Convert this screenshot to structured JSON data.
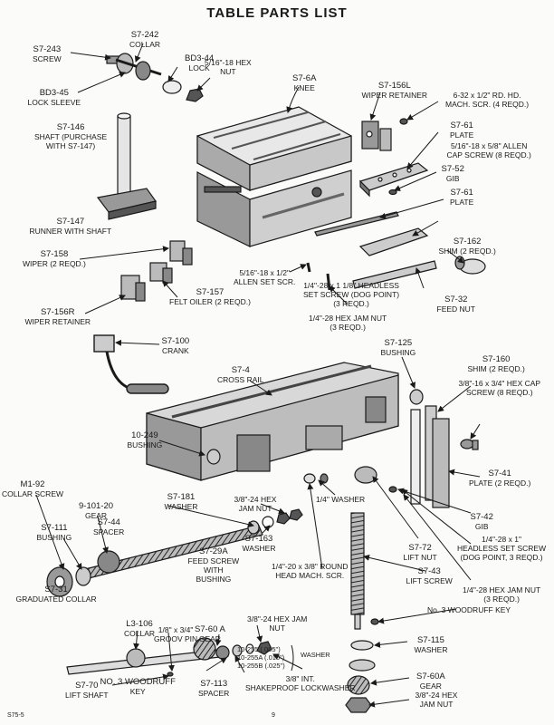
{
  "title": "TABLE PARTS LIST",
  "parts": [
    {
      "id": "collar",
      "part_no": "S7-242",
      "name": "COLLAR"
    },
    {
      "id": "screw",
      "part_no": "S7-243",
      "name": "SCREW"
    },
    {
      "id": "lock",
      "part_no": "BD3-44",
      "name": "LOCK"
    },
    {
      "id": "hexnut-516",
      "part_no": "",
      "name": "5/16\"-18 HEX",
      "extra": "NUT"
    },
    {
      "id": "lock-sleeve",
      "part_no": "BD3-45",
      "name": "LOCK SLEEVE"
    },
    {
      "id": "knee",
      "part_no": "S7-6A",
      "name": "KNEE"
    },
    {
      "id": "wiper-retainer-l",
      "part_no": "S7-156L",
      "name": "WIPER RETAINER"
    },
    {
      "id": "rd-hd-screw",
      "part_no": "",
      "name": "6-32 x 1/2\" RD. HD.",
      "extra": "MACH. SCR. (4 REQD.)"
    },
    {
      "id": "shaft",
      "part_no": "S7-146",
      "name": "SHAFT (PURCHASE",
      "extra": "WITH S7-147)"
    },
    {
      "id": "plate-top",
      "part_no": "S7-61",
      "name": "PLATE"
    },
    {
      "id": "allen-cap",
      "part_no": "",
      "name": "5/16\"-18 x 5/8\" ALLEN",
      "extra": "CAP SCREW (8 REQD.)"
    },
    {
      "id": "gib-top",
      "part_no": "S7-52",
      "name": "GIB"
    },
    {
      "id": "plate-mid",
      "part_no": "S7-61",
      "name": "PLATE"
    },
    {
      "id": "runner",
      "part_no": "S7-147",
      "name": "RUNNER WITH SHAFT"
    },
    {
      "id": "shim-top",
      "part_no": "S7-162",
      "name": "SHIM (2 REQD.)"
    },
    {
      "id": "wiper",
      "part_no": "S7-158",
      "name": "WIPER (2 REQD.)"
    },
    {
      "id": "allen-set",
      "part_no": "",
      "name": "5/16\"-18 x 1/2\"",
      "extra": "ALLEN SET SCR."
    },
    {
      "id": "felt-oiler",
      "part_no": "S7-157",
      "name": "FELT OILER (2 REQD.)"
    },
    {
      "id": "headless-set",
      "part_no": "",
      "name": "1/4\"-28 x 1 1/8\" HEADLESS",
      "extra": "SET SCREW (DOG POINT)",
      "extra2": "(3 REQD.)"
    },
    {
      "id": "feed-nut",
      "part_no": "S7-32",
      "name": "FEED NUT"
    },
    {
      "id": "wiper-retainer-r",
      "part_no": "S7-156R",
      "name": "WIPER RETAINER"
    },
    {
      "id": "jam-nut-top",
      "part_no": "",
      "name": "1/4\"-28 HEX JAM NUT",
      "extra": "(3 REQD.)"
    },
    {
      "id": "crank",
      "part_no": "S7-100",
      "name": "CRANK"
    },
    {
      "id": "bushing-top",
      "part_no": "S7-125",
      "name": "BUSHING"
    },
    {
      "id": "cross-rail",
      "part_no": "S7-4",
      "name": "CROSS RAIL"
    },
    {
      "id": "shim-mid",
      "part_no": "S7-160",
      "name": "SHIM (2 REQD.)"
    },
    {
      "id": "hex-cap",
      "part_no": "",
      "name": "3/8\"-16 x 3/4\" HEX CAP",
      "extra": "SCREW (8 REQD.)"
    },
    {
      "id": "bushing-left",
      "part_no": "10-249",
      "name": "BUSHING"
    },
    {
      "id": "plate-right",
      "part_no": "S7-41",
      "name": "PLATE (2 REQD.)"
    },
    {
      "id": "collar-screw",
      "part_no": "M1-92",
      "name": "COLLAR SCREW"
    },
    {
      "id": "washer-181",
      "part_no": "S7-181",
      "name": "WASHER"
    },
    {
      "id": "hex-jam-38",
      "part_no": "",
      "name": "3/8\"-24 HEX",
      "extra": "JAM NUT"
    },
    {
      "id": "gear-9101",
      "part_no": "9-101-20",
      "name": "GEAR"
    },
    {
      "id": "washer-14",
      "part_no": "",
      "name": "1/4\" WASHER"
    },
    {
      "id": "spacer-44",
      "part_no": "S7-44",
      "name": "SPACER"
    },
    {
      "id": "bushing-111",
      "part_no": "S7-111",
      "name": "BUSHING"
    },
    {
      "id": "gib-42",
      "part_no": "S7-42",
      "name": "GIB"
    },
    {
      "id": "washer-163",
      "part_no": "S7-163",
      "name": "WASHER"
    },
    {
      "id": "headless-1",
      "part_no": "",
      "name": "1/4\"-28 x 1\"",
      "extra": "HEADLESS SET SCREW",
      "extra2": "(DOG POINT, 3 REQD.)"
    },
    {
      "id": "lift-nut",
      "part_no": "S7-72",
      "name": "LIFT NUT"
    },
    {
      "id": "feed-screw",
      "part_no": "S7-29A",
      "name": "FEED SCREW",
      "extra": "WITH",
      "extra2": "BUSHING"
    },
    {
      "id": "round-head",
      "part_no": "",
      "name": "1/4\"-20 x 3/8\" ROUND",
      "extra": "HEAD MACH. SCR."
    },
    {
      "id": "lift-screw",
      "part_no": "S7-43",
      "name": "LIFT SCREW"
    },
    {
      "id": "jam-nut-bot",
      "part_no": "",
      "name": "1/4\"-28 HEX JAM NUT",
      "extra": "(3 REQD.)"
    },
    {
      "id": "grad-collar",
      "part_no": "S7-31",
      "name": "GRADUATED COLLAR"
    },
    {
      "id": "woodruff-r",
      "part_no": "",
      "name": "No. 3 WOODRUFF KEY"
    },
    {
      "id": "collar-106",
      "part_no": "L3-106",
      "name": "COLLAR"
    },
    {
      "id": "groov-pin",
      "part_no": "",
      "name": "1/8\" x 3/4\"",
      "extra": "GROOV PIN"
    },
    {
      "id": "jam-38-nut",
      "part_no": "",
      "name": "3/8\"-24 HEX JAM",
      "extra": "NUT"
    },
    {
      "id": "gear-60a-top",
      "part_no": "S7-60 A",
      "name": "GEAR"
    },
    {
      "id": "washer-115",
      "part_no": "S7-115",
      "name": "WASHER"
    },
    {
      "id": "lift-shaft",
      "part_no": "S7-70",
      "name": "LIFT SHAFT"
    },
    {
      "id": "woodruff-l",
      "part_no": "NO. 3 WOODRUFF",
      "name": "KEY"
    },
    {
      "id": "spacer-113",
      "part_no": "S7-113",
      "name": "SPACER"
    },
    {
      "id": "lockwasher",
      "part_no": "",
      "name": "3/8\" INT.",
      "extra": "SHAKEPROOF LOCKWASHER"
    },
    {
      "id": "gear-60a-bot",
      "part_no": "S7-60A",
      "name": "GEAR"
    },
    {
      "id": "jam-38-bot",
      "part_no": "",
      "name": "3/8\"-24 HEX",
      "extra": "JAM NUT"
    }
  ],
  "washer_group": {
    "items": [
      "10-255 (.005\")",
      "10-255A (.010\")",
      "10-255B (.025\")"
    ],
    "label": "WASHER"
  },
  "footer": {
    "code": "S75-5",
    "page_number": "9"
  }
}
